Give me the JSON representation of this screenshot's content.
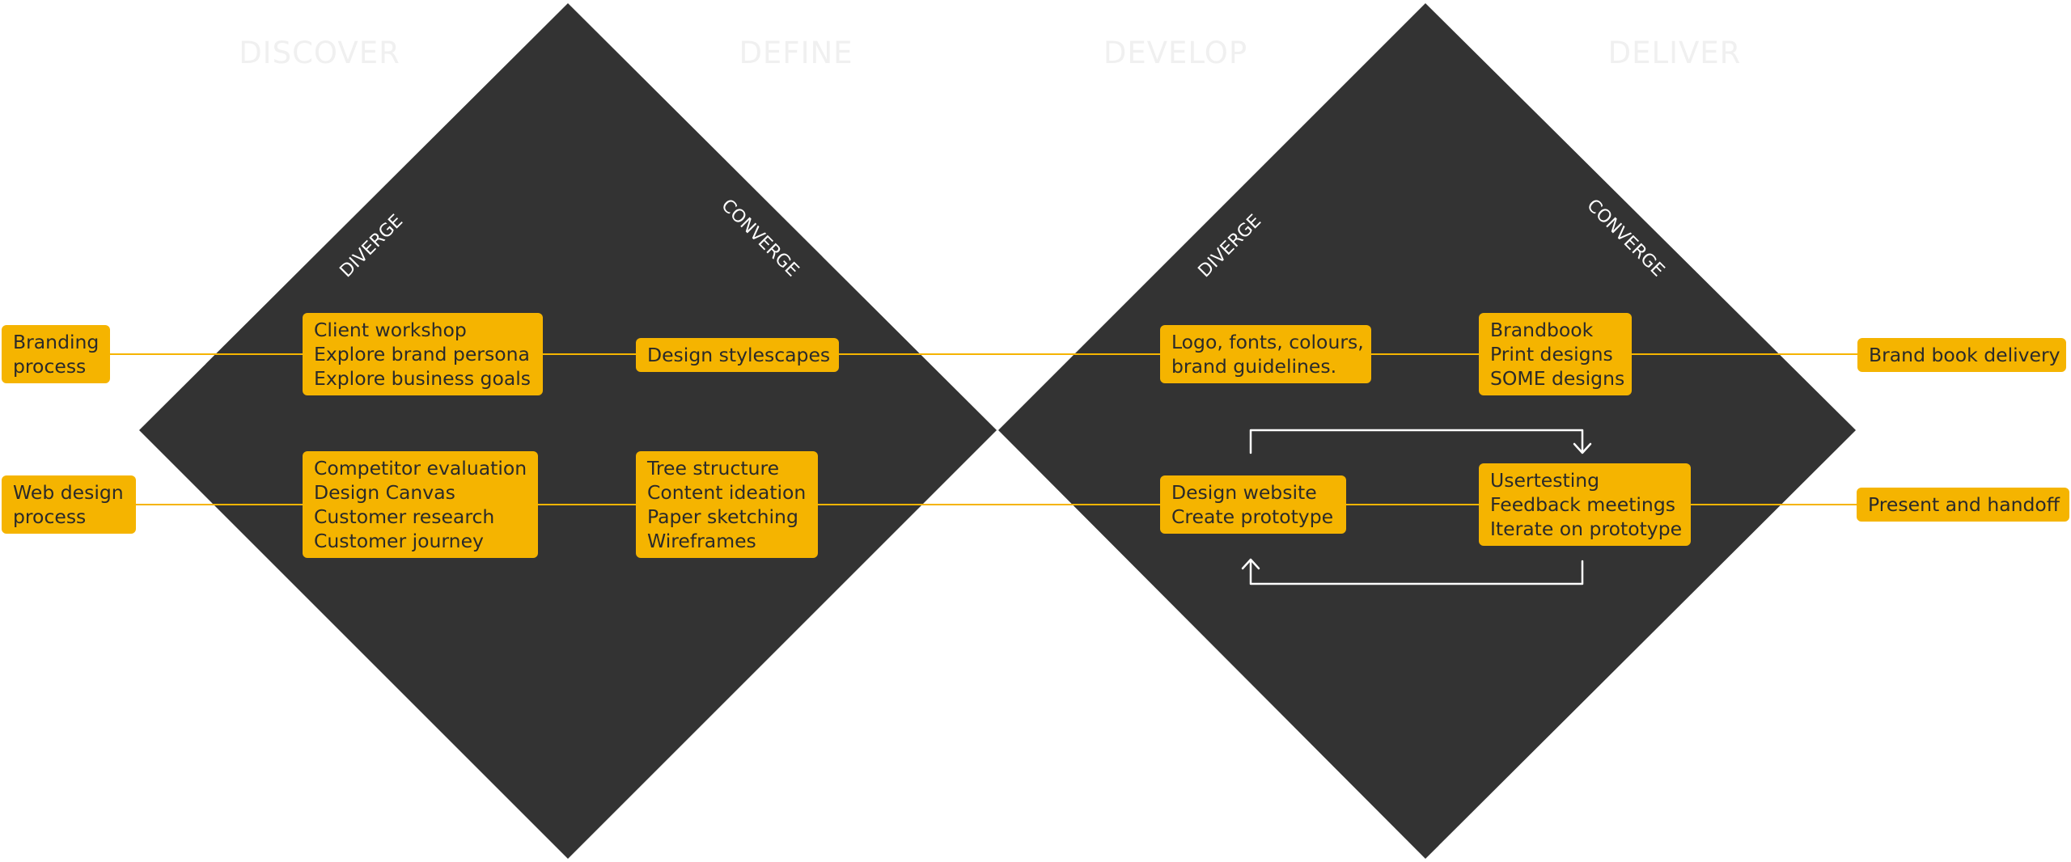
{
  "phases": [
    "DISCOVER",
    "DEFINE",
    "DEVELOP",
    "DELIVER"
  ],
  "diamond_labels": [
    "DIVERGE",
    "CONVERGE",
    "DIVERGE",
    "CONVERGE"
  ],
  "rows": {
    "branding": {
      "start": [
        "Branding",
        "process"
      ],
      "discover": [
        "Client workshop",
        "Explore brand persona",
        "Explore business goals"
      ],
      "define": [
        "Design stylescapes"
      ],
      "develop": [
        "Logo, fonts, colours,",
        "brand guidelines."
      ],
      "deliver": [
        "Brandbook",
        "Print designs",
        "SOME designs"
      ],
      "end": [
        "Brand book delivery"
      ]
    },
    "web": {
      "start": [
        "Web design",
        "process"
      ],
      "discover": [
        "Competitor evaluation",
        "Design Canvas",
        "Customer research",
        "Customer journey"
      ],
      "define": [
        "Tree structure",
        "Content ideation",
        "Paper sketching",
        "Wireframes"
      ],
      "develop": [
        "Design website",
        "Create prototype"
      ],
      "deliver": [
        "Usertesting",
        "Feedback meetings",
        "Iterate on prototype"
      ],
      "end": [
        "Present and handoff"
      ]
    }
  },
  "colors": {
    "diamond": "#333333",
    "accent": "#f5b400",
    "text_dark": "#2a2a2a",
    "phase_text": "#f0f0f0",
    "arrow": "#ffffff"
  }
}
